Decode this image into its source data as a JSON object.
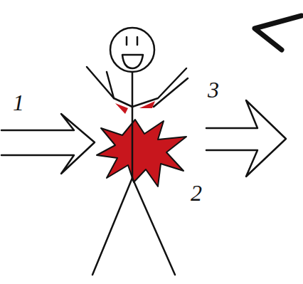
{
  "diagram": {
    "labels": [
      "1",
      "3",
      "2"
    ]
  }
}
